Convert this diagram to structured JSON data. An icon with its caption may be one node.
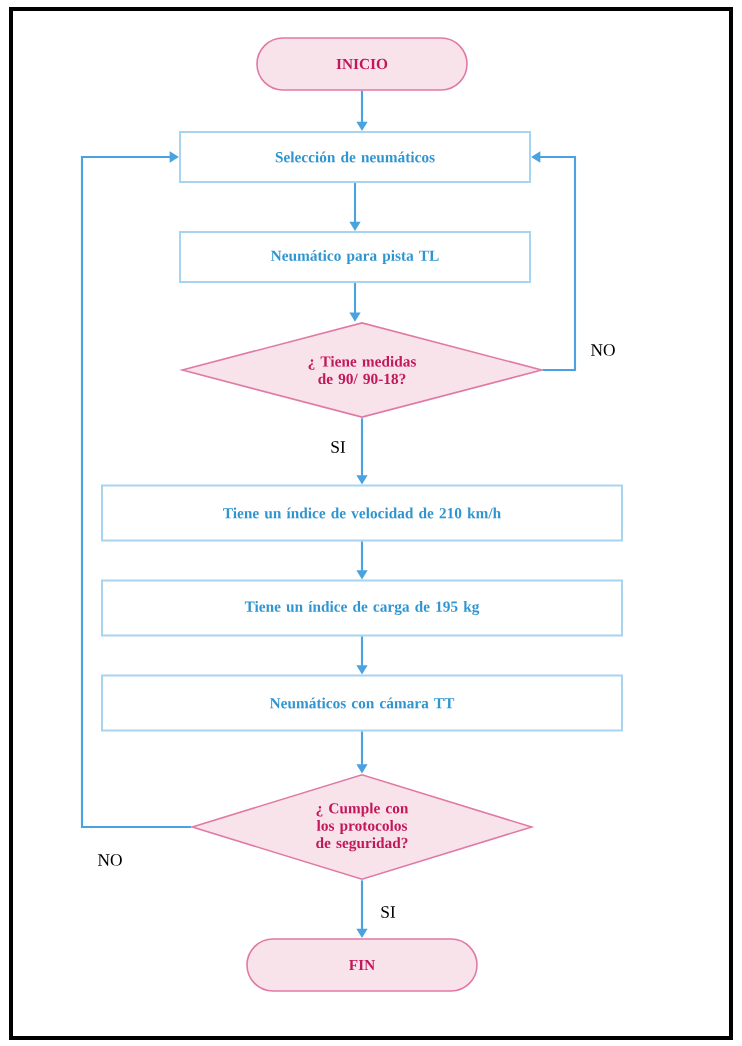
{
  "diagram": {
    "nodes": [
      {
        "text": [
          "INICIO"
        ]
      },
      {
        "text": [
          "Selección de neumáticos"
        ]
      },
      {
        "text": [
          "Neumático para pista TL"
        ]
      },
      {
        "text": [
          "¿ Tiene medidas de 90/ 90-18?"
        ]
      },
      {
        "text": [
          "Tiene un índice de velocidad de 210 km/h"
        ]
      },
      {
        "text": [
          "Tiene un índice de carga de 195 kg"
        ]
      },
      {
        "text": [
          "Neumáticos con cámara TT"
        ]
      },
      {
        "text": [
          "¿ Cumple con los protocolos de seguridad?"
        ]
      },
      {
        "text": [
          "FIN"
        ]
      }
    ],
    "edges": [
      {
        "from": 0,
        "to": 1,
        "arrow": "to"
      },
      {
        "from": 1,
        "to": 2,
        "arrow": "to"
      },
      {
        "from": 2,
        "to": 3,
        "arrow": "to"
      },
      {
        "from": 3,
        "to": 4,
        "arrow": "to",
        "label": "SI"
      },
      {
        "from": 4,
        "to": 5,
        "arrow": "to"
      },
      {
        "from": 5,
        "to": 6,
        "arrow": "to"
      },
      {
        "from": 6,
        "to": 7,
        "arrow": "to"
      },
      {
        "from": 7,
        "to": 8,
        "arrow": "to",
        "label": "SI"
      },
      {
        "from": 3,
        "to": 1,
        "arrow": "to",
        "label": "NO"
      },
      {
        "from": 7,
        "to": 1,
        "arrow": "to",
        "label": "NO"
      }
    ]
  }
}
